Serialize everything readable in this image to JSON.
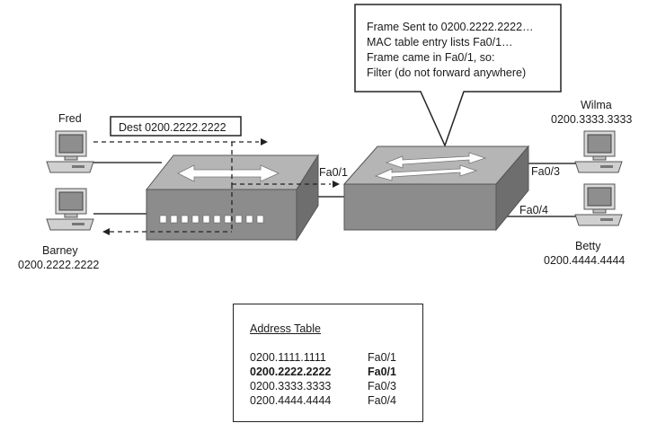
{
  "callout": {
    "lines": [
      "Frame Sent to 0200.2222.2222…",
      "MAC table entry lists Fa0/1…",
      "Frame came in Fa0/1, so:",
      "Filter (do not forward anywhere)"
    ]
  },
  "dest_label": "Dest 0200.2222.2222",
  "hosts": {
    "fred": {
      "name": "Fred"
    },
    "barney": {
      "name": "Barney",
      "mac": "0200.2222.2222"
    },
    "wilma": {
      "name": "Wilma",
      "mac": "0200.3333.3333"
    },
    "betty": {
      "name": "Betty",
      "mac": "0200.4444.4444"
    }
  },
  "ports": {
    "fa01": "Fa0/1",
    "fa03": "Fa0/3",
    "fa04": "Fa0/4"
  },
  "address_table": {
    "title": "Address Table",
    "rows": [
      {
        "mac": "0200.1111.1111",
        "port": "Fa0/1",
        "highlight": false
      },
      {
        "mac": "0200.2222.2222",
        "port": "Fa0/1",
        "highlight": true
      },
      {
        "mac": "0200.3333.3333",
        "port": "Fa0/3",
        "highlight": false
      },
      {
        "mac": "0200.4444.4444",
        "port": "Fa0/4",
        "highlight": false
      }
    ]
  },
  "colors": {
    "switch_top": "#b5b5b5",
    "switch_front": "#8c8c8c",
    "switch_side": "#6e6e6e",
    "pc_screen": "#9a9a9a"
  }
}
